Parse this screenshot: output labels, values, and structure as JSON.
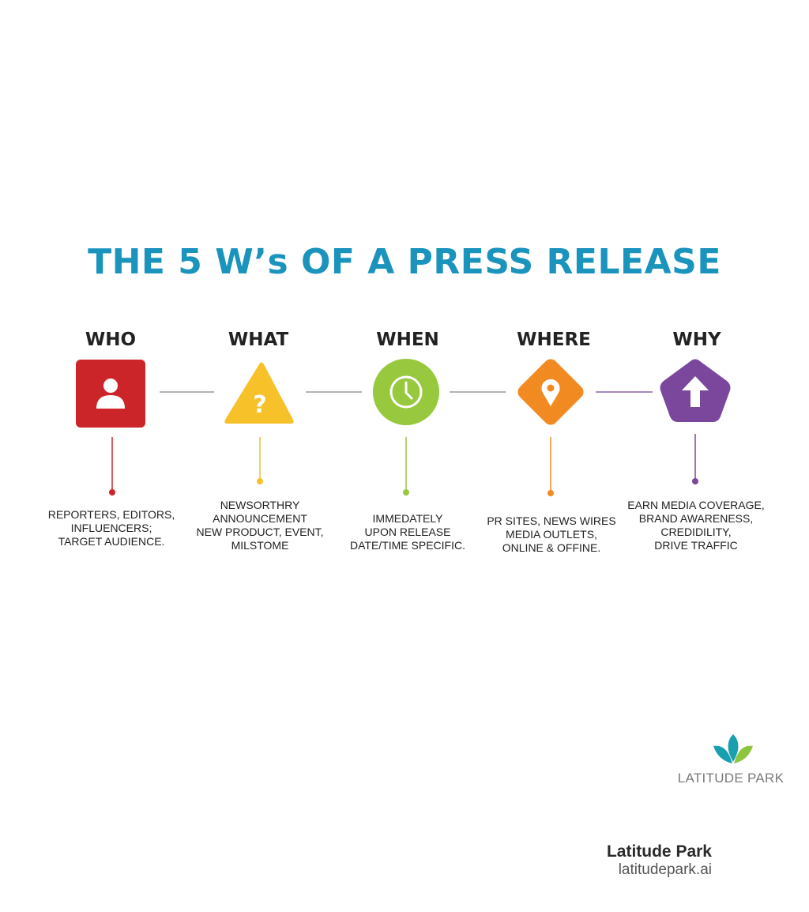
{
  "title": "THE 5 W’s OF A PRESS RELEASE",
  "stages": [
    {
      "heading": "WHO",
      "icon": "person-icon",
      "color": "#cc2529",
      "lines": [
        "REPORTERS, EDITORS,",
        "INFLUENCERS;",
        "TARGET AUDIENCE."
      ]
    },
    {
      "heading": "WHAT",
      "icon": "question-mark-icon",
      "color": "#f7c12a",
      "lines": [
        "NEWSORTHRY",
        "ANNOUNCEMENT",
        "NEW PRODUCT, EVENT,",
        "MILSTOME"
      ]
    },
    {
      "heading": "WHEN",
      "icon": "clock-icon",
      "color": "#97c83d",
      "lines": [
        "IMMEDATELY",
        "UPON RELEASE",
        "DATE/TIME SPECIFIC."
      ]
    },
    {
      "heading": "WHERE",
      "icon": "location-pin-icon",
      "color": "#f28a22",
      "lines": [
        "PR SITES, NEWS WIRES",
        "MEDIA OUTLETS,",
        "ONLINE & OFFINE."
      ]
    },
    {
      "heading": "WHY",
      "icon": "up-arrow-icon",
      "color": "#7b479c",
      "lines": [
        "EARN MEDIA COVERAGE,",
        "BRAND AWARENESS,",
        "CREDIDILITY,",
        "DRIVE TRAFFIC"
      ]
    }
  ],
  "logo": {
    "label": "LATITUDE PARK",
    "colors": [
      "#1a9fb0",
      "#8cc63f"
    ]
  },
  "brand": {
    "name": "Latitude Park",
    "url": "latitudepark.ai"
  }
}
